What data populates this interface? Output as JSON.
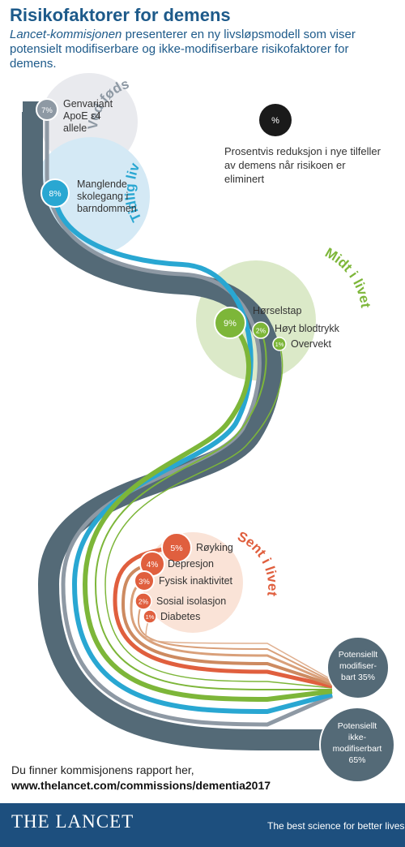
{
  "header": {
    "title": "Risikofaktorer for demens",
    "subtitle_italic": "Lancet-kommisjonen",
    "subtitle_rest": " presenterer en ny livsløpsmodell som viser potensielt modifiserbare og ikke-modifiserbare risikofaktorer for demens."
  },
  "legend": {
    "symbol": "%",
    "text": "Prosentvis reduksjon i nye tilfeller av demens når risikoen er eliminert"
  },
  "colors": {
    "non_modifiable": "#546a77",
    "at_birth": "#8e99a4",
    "early_life": "#29a7d2",
    "mid_life": "#7db639",
    "late_life": "#e05f3e",
    "late_life_light": "#f0b9a6"
  },
  "stages": [
    {
      "id": "at-birth",
      "label": "Ved fødsel"
    },
    {
      "id": "early-life",
      "label": "Tidlig liv"
    },
    {
      "id": "mid-life",
      "label": "Midt i livet"
    },
    {
      "id": "late-life",
      "label": "Sent i livet"
    }
  ],
  "factors": [
    {
      "stage": "at-birth",
      "pct": "7%",
      "label": "Genvariant ApoE ε4 allele",
      "value": 7
    },
    {
      "stage": "early-life",
      "pct": "8%",
      "label": "Manglende skolegang i barndommen",
      "value": 8
    },
    {
      "stage": "mid-life",
      "pct": "9%",
      "label": "Hørselstap",
      "value": 9
    },
    {
      "stage": "mid-life",
      "pct": "2%",
      "label": "Høyt blodtrykk",
      "value": 2
    },
    {
      "stage": "mid-life",
      "pct": "1%",
      "label": "Overvekt",
      "value": 1
    },
    {
      "stage": "late-life",
      "pct": "5%",
      "label": "Røyking",
      "value": 5
    },
    {
      "stage": "late-life",
      "pct": "4%",
      "label": "Depresjon",
      "value": 4
    },
    {
      "stage": "late-life",
      "pct": "3%",
      "label": "Fysisk inaktivitet",
      "value": 3
    },
    {
      "stage": "late-life",
      "pct": "2%",
      "label": "Sosial isolasjon",
      "value": 2
    },
    {
      "stage": "late-life",
      "pct": "1%",
      "label": "Diabetes",
      "value": 1
    }
  ],
  "outcomes": {
    "modifiable": "Potensiellt modifiser-bart 35%",
    "modifiable_value": 35,
    "non_modifiable": "Potensiellt ikke-modifiserbart 65%",
    "non_modifiable_value": 65
  },
  "footer": {
    "intro": "Du finner kommisjonens rapport her,",
    "url": "www.thelancet.com/commissions/dementia2017",
    "logo": "THE LANCET",
    "tagline": "The best science for better lives"
  }
}
